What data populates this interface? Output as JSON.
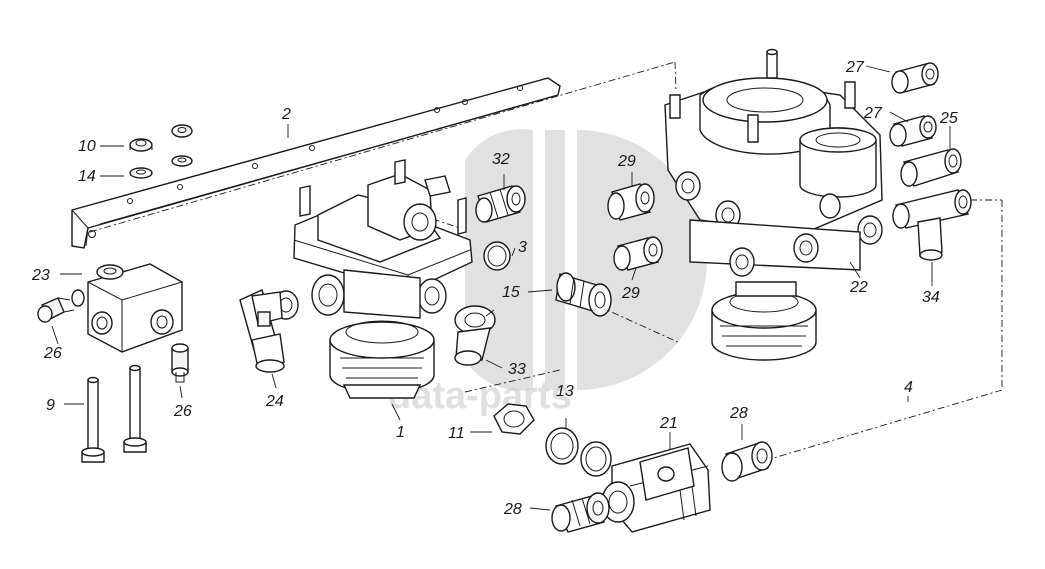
{
  "watermark": {
    "text": "data-parts"
  },
  "callouts": {
    "c1": "1",
    "c2": "2",
    "c3": "3",
    "c4": "4",
    "c9": "9",
    "c10": "10",
    "c11": "11",
    "c13": "13",
    "c14": "14",
    "c15": "15",
    "c21": "21",
    "c22": "22",
    "c23": "23",
    "c24": "24",
    "c25": "25",
    "c26a": "26",
    "c26b": "26",
    "c27a": "27",
    "c27b": "27",
    "c28a": "28",
    "c28b": "28",
    "c29a": "29",
    "c29b": "29",
    "c32": "32",
    "c33": "33",
    "c34": "34"
  }
}
